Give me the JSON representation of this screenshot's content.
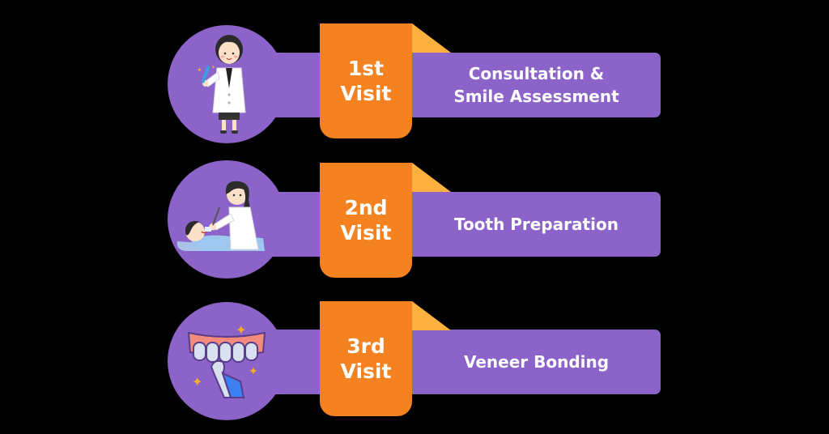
{
  "colors": {
    "background": "#000000",
    "purple": "#8B63C9",
    "orange": "#F58220",
    "fold": "#FBB040",
    "text": "#FFFFFF"
  },
  "steps": [
    {
      "visit_number": "1st",
      "visit_word": "Visit",
      "title_line1": "Consultation &",
      "title_line2": "Smile Assessment",
      "icon": "doctor-with-toothbrush-icon"
    },
    {
      "visit_number": "2nd",
      "visit_word": "Visit",
      "title_line1": "Tooth Preparation",
      "title_line2": "",
      "icon": "dentist-treating-patient-icon"
    },
    {
      "visit_number": "3rd",
      "visit_word": "Visit",
      "title_line1": "Veneer Bonding",
      "title_line2": "",
      "icon": "veneer-teeth-sparkle-icon"
    }
  ]
}
